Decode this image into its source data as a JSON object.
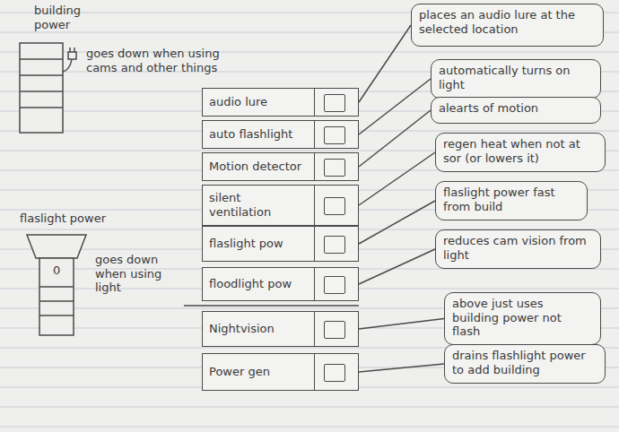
{
  "diagram": {
    "nodes": [
      {
        "text": [
          "audio lure"
        ]
      },
      {
        "text": [
          "auto flashlight"
        ]
      },
      {
        "text": [
          "Motion detector"
        ]
      },
      {
        "text": [
          "silent ventilation"
        ]
      },
      {
        "text": [
          "flaslight pow"
        ]
      },
      {
        "text": [
          "floodlight pow"
        ]
      },
      {
        "text": [
          "Nightvision"
        ]
      },
      {
        "text": [
          "Power gen"
        ]
      },
      {
        "text": [
          "places an audio lure at the selected location"
        ]
      },
      {
        "text": [
          "automatically turns on light"
        ]
      },
      {
        "text": [
          "alearts of motion"
        ]
      },
      {
        "text": [
          "regen heat when not at sor (or lowers it)"
        ]
      },
      {
        "text": [
          "flaslight power fast from build"
        ]
      },
      {
        "text": [
          "reduces cam vision from light"
        ]
      },
      {
        "text": [
          "above just uses building power not flash"
        ]
      },
      {
        "text": [
          "drains flashlight power to add building"
        ]
      }
    ],
    "edges": [
      {
        "from": 0,
        "to": 8,
        "arrow": "none"
      },
      {
        "from": 1,
        "to": 9,
        "arrow": "none"
      },
      {
        "from": 2,
        "to": 10,
        "arrow": "none"
      },
      {
        "from": 3,
        "to": 11,
        "arrow": "none"
      },
      {
        "from": 4,
        "to": 12,
        "arrow": "none"
      },
      {
        "from": 5,
        "to": 13,
        "arrow": "none"
      },
      {
        "from": 6,
        "to": 14,
        "arrow": "none"
      },
      {
        "from": 7,
        "to": 15,
        "arrow": "none"
      }
    ],
    "labels": [
      "building power",
      "goes down when using cams and other things",
      "flaslight power",
      "goes down when using light",
      "0"
    ]
  }
}
